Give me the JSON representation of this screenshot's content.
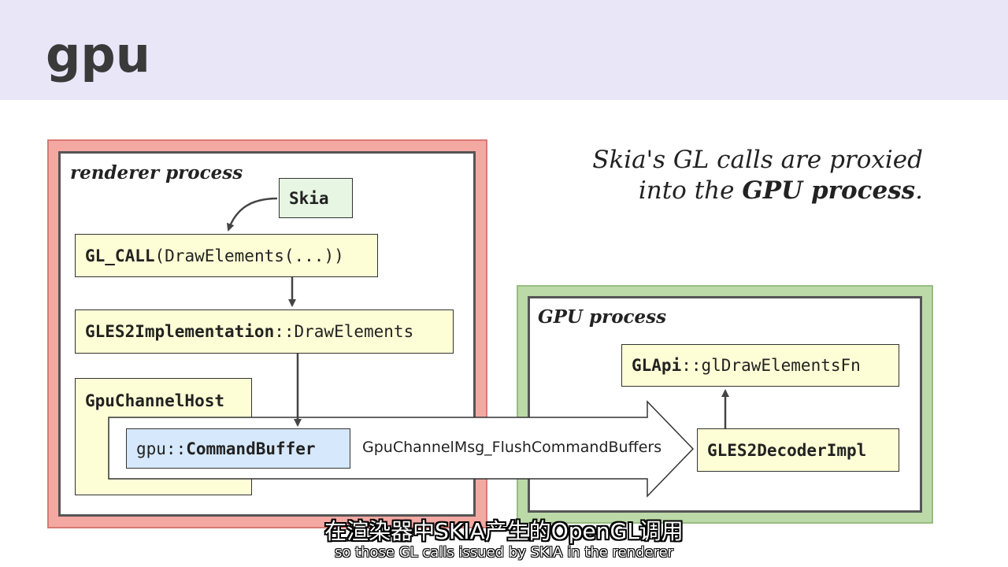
{
  "title": "gpu",
  "note": {
    "line1": "Skia's GL calls are proxied",
    "line2_prefix": "into the ",
    "line2_bold": "GPU process",
    "line2_suffix": "."
  },
  "renderer": {
    "label": "renderer process",
    "skia": "Skia",
    "gl_call_bold": "GL_CALL",
    "gl_call_rest": "(DrawElements(...))",
    "gles2_bold": "GLES2Implementation",
    "gles2_rest": "::DrawElements",
    "channel_host": "GpuChannelHost",
    "cmd_prefix": "gpu::",
    "cmd_bold": "CommandBuffer"
  },
  "message": "GpuChannelMsg_FlushCommandBuffers",
  "gpu": {
    "label": "GPU process",
    "glapi_bold": "GLApi",
    "glapi_rest": "::glDrawElementsFn",
    "decoder": "GLES2DecoderImpl"
  },
  "subtitles": {
    "cn": "在渲染器中SKIA产生的OpenGL调用",
    "en": "so those GL calls issued by SKIA in the renderer"
  },
  "colors": {
    "header_bg": "#e9e6f8",
    "renderer_frame": "#f4a8a2",
    "gpu_frame": "#bcd9a8",
    "box_yellow": "#fefed6",
    "skia_green": "#e6f6e2",
    "cmd_blue": "#d6e8fb"
  }
}
